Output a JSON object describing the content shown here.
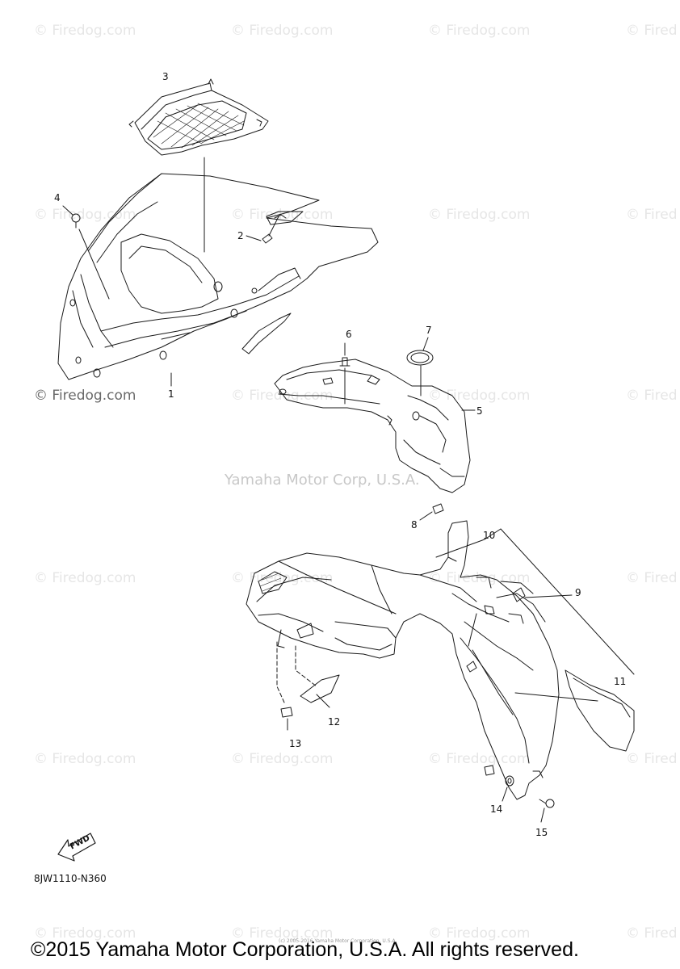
{
  "watermark": {
    "text": "© Firedog.com",
    "edge_text": "© Fired"
  },
  "center_watermark": "Yamaha Motor Corp, U.S.A.",
  "diagram_code": "8JW1110-N360",
  "fwd_label": "FWD",
  "tiny_copyright": "(c) 2005-2016 Yamaha Motor Corporation, U.S.A.",
  "copyright": "©2015 Yamaha Motor Corporation, U.S.A. All rights reserved.",
  "callouts": {
    "c1": "1",
    "c2": "2",
    "c3": "3",
    "c4": "4",
    "c5": "5",
    "c6": "6",
    "c7": "7",
    "c8": "8",
    "c9": "9",
    "c10": "10",
    "c11": "11",
    "c12": "12",
    "c13": "13",
    "c14": "14",
    "c15": "15"
  },
  "line_color": "#1a1a1a"
}
